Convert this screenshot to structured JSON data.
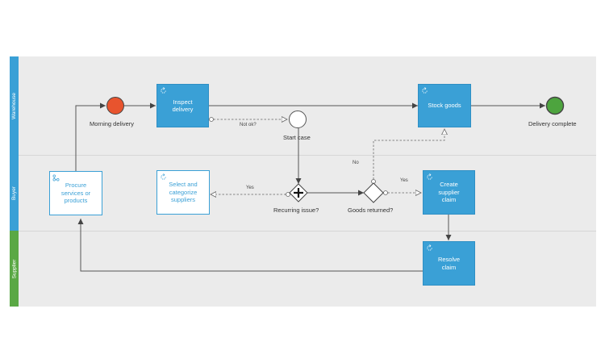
{
  "lanes": [
    {
      "name": "Warehouse",
      "color": "#3aa0d6"
    },
    {
      "name": "Buyer",
      "color": "#3aa0d6"
    },
    {
      "name": "Supplier",
      "color": "#5aa845"
    }
  ],
  "events": {
    "start": {
      "label": "Morning delivery",
      "color": "#e8542e"
    },
    "intermediate": {
      "label": "Start case"
    },
    "end": {
      "label": "Delivery complete",
      "color": "#4da43e"
    }
  },
  "tasks": {
    "inspect": {
      "label": "Inspect delivery"
    },
    "stock": {
      "label": "Stock goods"
    },
    "procure": {
      "label": "Procure services or products"
    },
    "select": {
      "label": "Select and categorize suppliers"
    },
    "create_claim": {
      "label": "Create supplier claim"
    },
    "resolve": {
      "label": "Resolve claim"
    }
  },
  "gateways": {
    "recurring": {
      "label": "Recurring issue?",
      "symbol": "+"
    },
    "returned": {
      "label": "Goods returned?"
    }
  },
  "flow_labels": {
    "not_ok": "Not ok?",
    "yes_left": "Yes",
    "yes_right": "Yes",
    "no": "No"
  }
}
